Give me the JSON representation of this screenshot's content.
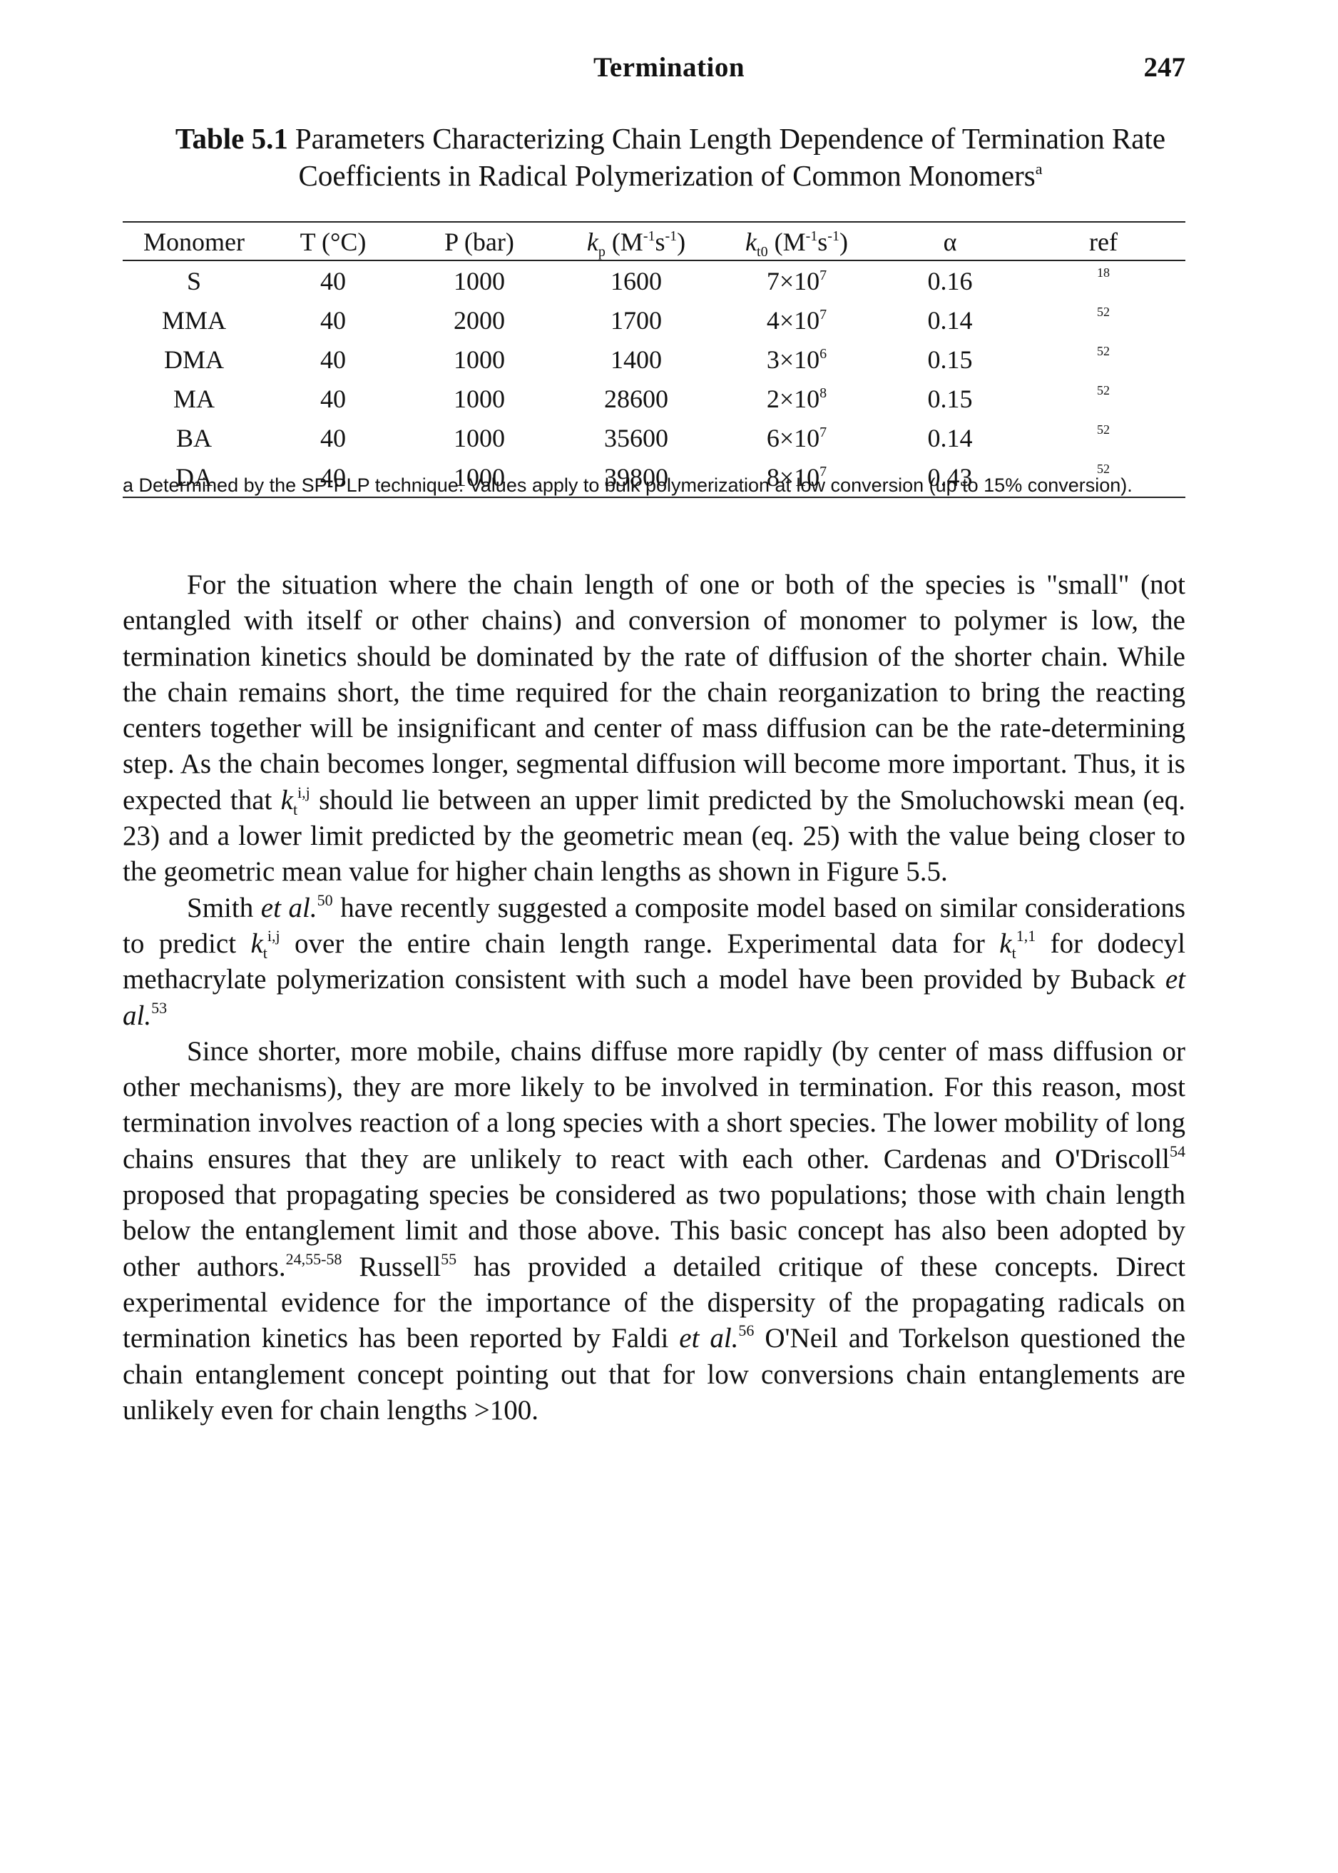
{
  "header": {
    "running_title": "Termination",
    "page_number": "247"
  },
  "caption": {
    "label": "Table 5.1",
    "text": "Parameters Characterizing Chain Length Dependence of Termination Rate Coefficients in Radical Polymerization of Common Monomers",
    "note_mark": "a"
  },
  "table": {
    "columns": {
      "monomer": "Monomer",
      "t": "T (°C)",
      "p": "P (bar)",
      "kp": {
        "symbol": "k",
        "sub": "p",
        "unit_pre": " (M",
        "exp1": "-1",
        "unit_mid": "s",
        "exp2": "-1",
        "unit_post": ")"
      },
      "kt": {
        "symbol": "k",
        "sub": "t0",
        "unit_pre": " (M",
        "exp1": "-1",
        "unit_mid": "s",
        "exp2": "-1",
        "unit_post": ")"
      },
      "alpha": "α",
      "ref": "ref"
    },
    "rows": [
      {
        "monomer": "S",
        "t": "40",
        "p": "1000",
        "kp": "1600",
        "kt_base": "7×10",
        "kt_exp": "7",
        "alpha": "0.16",
        "ref": "18"
      },
      {
        "monomer": "MMA",
        "t": "40",
        "p": "2000",
        "kp": "1700",
        "kt_base": "4×10",
        "kt_exp": "7",
        "alpha": "0.14",
        "ref": "52"
      },
      {
        "monomer": "DMA",
        "t": "40",
        "p": "1000",
        "kp": "1400",
        "kt_base": "3×10",
        "kt_exp": "6",
        "alpha": "0.15",
        "ref": "52"
      },
      {
        "monomer": "MA",
        "t": "40",
        "p": "1000",
        "kp": "28600",
        "kt_base": "2×10",
        "kt_exp": "8",
        "alpha": "0.15",
        "ref": "52"
      },
      {
        "monomer": "BA",
        "t": "40",
        "p": "1000",
        "kp": "35600",
        "kt_base": "6×10",
        "kt_exp": "7",
        "alpha": "0.14",
        "ref": "52"
      },
      {
        "monomer": "DA",
        "t": "40",
        "p": "1000",
        "kp": "39800",
        "kt_base": "8×10",
        "kt_exp": "7",
        "alpha": "0.43",
        "ref": "52"
      }
    ]
  },
  "footnote": "a Determined by the SP-PLP technique. Values apply to bulk polymerization at low conversion (up to 15% conversion).",
  "body": {
    "p1": {
      "s1": "For the situation where the chain length of one or both of the species is \"small\" (not entangled with itself or other chains) and conversion of monomer to polymer is low, the termination kinetics should be dominated by the rate of diffusion of the shorter chain. While the chain remains short, the time required for the chain reorganization to bring the reacting centers together will be insignificant and center of mass diffusion can be the rate-determining step. As the chain becomes longer, segmental diffusion will become more important. Thus, it is expected that ",
      "k_sym": "k",
      "k_sub": "t",
      "k_sup": "i,j",
      "s2": " should lie between an upper limit predicted by the Smoluchowski mean (eq. 23) and a lower limit predicted by the geometric mean (eq. 25) with the value being closer to the geometric mean value for higher chain lengths as shown in Figure 5.5."
    },
    "p2": {
      "s1": "Smith ",
      "etal1": "et al.",
      "ref1": "50",
      "s2": " have recently suggested a composite model based on similar considerations to predict ",
      "k1_sym": "k",
      "k1_sub": "t",
      "k1_sup": "i,j",
      "s3": " over the entire chain length range. Experimental data for ",
      "k2_sym": "k",
      "k2_sub": "t",
      "k2_sup": "1,1",
      "s4": " for dodecyl methacrylate polymerization consistent with such a model have been provided by Buback ",
      "etal2": "et al.",
      "ref2": "53"
    },
    "p3": {
      "s1": "Since shorter, more mobile, chains diffuse more rapidly (by center of mass diffusion or other mechanisms), they are more likely to be involved in termination. For this reason, most termination involves reaction of a long species with a short species. The lower mobility of long chains ensures that they are unlikely to react with each other. Cardenas and O'Driscoll",
      "ref1": "54",
      "s2": " proposed that propagating species be considered as two populations; those with chain length below the entanglement limit and those above. This basic concept has also been adopted by other authors.",
      "ref2": "24,55-58",
      "s3": " Russell",
      "ref3": "55",
      "s4": " has provided a detailed critique of these concepts. Direct experimental evidence for the importance of the dispersity of the propagating radicals on termination kinetics has been reported by Faldi ",
      "etal": "et al.",
      "ref4": "56",
      "s5": " O'Neil and Torkelson questioned the chain entanglement concept pointing out that for low conversions chain entanglements are unlikely even for chain lengths >100."
    }
  }
}
